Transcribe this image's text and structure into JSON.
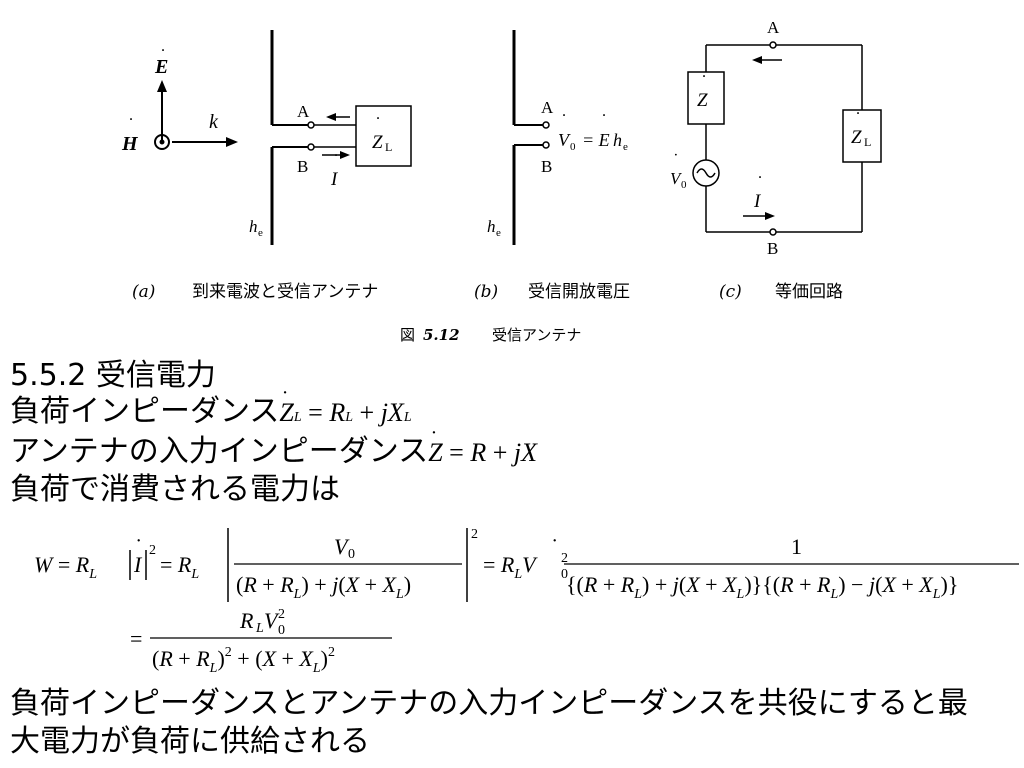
{
  "figure": {
    "panel_a": {
      "E_label": "E",
      "H_label": "H",
      "k_label": "k",
      "A_label": "A",
      "B_label": "B",
      "ZL_label": "Z",
      "ZL_sub": "L",
      "I_label": "I",
      "he_label": "h",
      "he_sub": "e",
      "caption_tag": "(a)",
      "caption_text": "到来電波と受信アンテナ"
    },
    "panel_b": {
      "A_label": "A",
      "B_label": "B",
      "V_label": "V",
      "V_sub": "0",
      "eq_rest": "= E",
      "h_label": "h",
      "h_sub": "e",
      "he_label": "h",
      "he_sub": "e",
      "caption_tag": "(b)",
      "caption_text": "受信開放電圧"
    },
    "panel_c": {
      "A_label": "A",
      "B_label": "B",
      "Z_label": "Z",
      "ZL_label": "Z",
      "ZL_sub": "L",
      "V_label": "V",
      "V_sub": "0",
      "I_label": "I",
      "caption_tag": "(c)",
      "caption_text": "等価回路"
    },
    "caption_prefix": "図",
    "caption_number": "5.12",
    "caption_title": "受信アンテナ"
  },
  "section": {
    "heading": "5.5.2  受信電力",
    "load_impedance_text": "負荷インピーダンス",
    "load_impedance_formula": "Z",
    "load_impedance_rhs": "= R",
    "antenna_impedance_text": "アンテナの入力インピーダンス",
    "antenna_impedance_rhs": "= R + jX",
    "power_intro": "負荷で消費される電力は",
    "conclusion_line1": "負荷インピーダンスとアンテナの入力インピーダンスを共役にすると最",
    "conclusion_line2": "大電力が負荷に供給される"
  }
}
